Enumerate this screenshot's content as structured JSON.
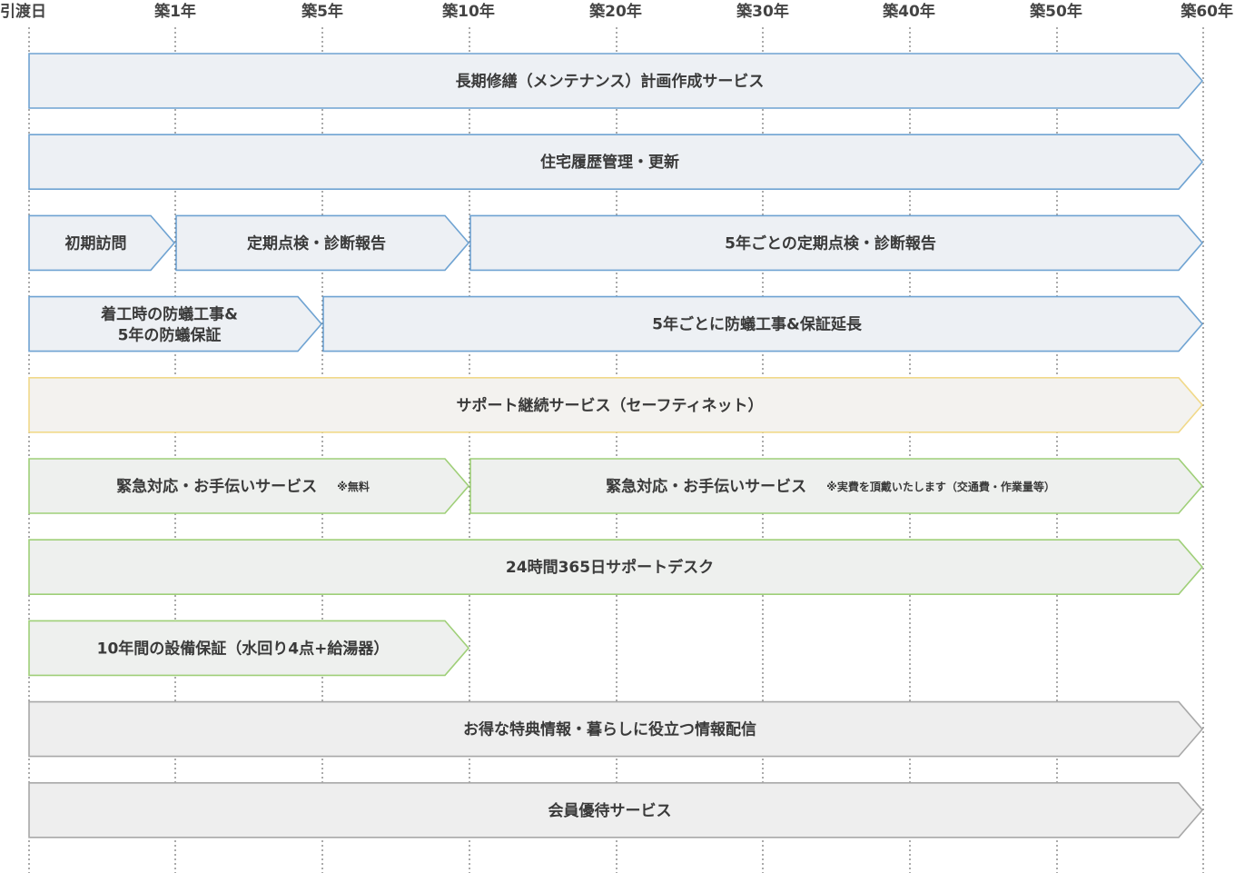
{
  "milestones": [
    "引渡日",
    "築1年",
    "築5年",
    "築10年",
    "築20年",
    "築30年",
    "築40年",
    "築50年",
    "築60年"
  ],
  "colors": {
    "blue_outline": "#6fa3d2",
    "yellow_outline": "#f1d98a",
    "green_outline": "#9fcf78",
    "gray_outline": "#a8a8a8",
    "blue_fill": "#edf0f4",
    "yellow_fill": "#f3f2ef",
    "green_fill": "#eef0ee",
    "gray_fill": "#eeeeee",
    "gridline": "#555555"
  },
  "rows": [
    {
      "bars": [
        {
          "label": "長期修繕（メンテナンス）計画作成サービス",
          "start": "引渡日",
          "end": "築60年",
          "color": "blue"
        }
      ]
    },
    {
      "bars": [
        {
          "label": "住宅履歴管理・更新",
          "start": "引渡日",
          "end": "築60年",
          "color": "blue"
        }
      ]
    },
    {
      "bars": [
        {
          "label": "初期訪問",
          "start": "引渡日",
          "end": "築1年",
          "color": "blue"
        },
        {
          "label": "定期点検・診断報告",
          "start": "築1年",
          "end": "築10年",
          "color": "blue"
        },
        {
          "label": "5年ごとの定期点検・診断報告",
          "start": "築10年",
          "end": "築60年",
          "color": "blue"
        }
      ]
    },
    {
      "bars": [
        {
          "label": "着工時の防蟻工事&",
          "label2": "5年の防蟻保証",
          "start": "引渡日",
          "end": "築5年",
          "color": "blue"
        },
        {
          "label": "5年ごとに防蟻工事&保証延長",
          "start": "築5年",
          "end": "築60年",
          "color": "blue"
        }
      ]
    },
    {
      "bars": [
        {
          "label": "サポート継続サービス（セーフティネット）",
          "start": "引渡日",
          "end": "築60年",
          "color": "yellow"
        }
      ]
    },
    {
      "bars": [
        {
          "label": "緊急対応・お手伝いサービス",
          "note": "※無料",
          "start": "引渡日",
          "end": "築10年",
          "color": "green"
        },
        {
          "label": "緊急対応・お手伝いサービス",
          "note": "※実費を頂戴いたします（交通費・作業量等）",
          "start": "築10年",
          "end": "築60年",
          "color": "green"
        }
      ]
    },
    {
      "bars": [
        {
          "label": "24時間365日サポートデスク",
          "start": "引渡日",
          "end": "築60年",
          "color": "green"
        }
      ]
    },
    {
      "bars": [
        {
          "label": "10年間の設備保証（水回り4点+給湯器）",
          "start": "引渡日",
          "end": "築10年",
          "color": "green"
        }
      ]
    },
    {
      "bars": [
        {
          "label": "お得な特典情報・暮らしに役立つ情報配信",
          "start": "引渡日",
          "end": "築60年",
          "color": "gray"
        }
      ]
    },
    {
      "bars": [
        {
          "label": "会員優待サービス",
          "start": "引渡日",
          "end": "築60年",
          "color": "gray"
        }
      ]
    }
  ]
}
